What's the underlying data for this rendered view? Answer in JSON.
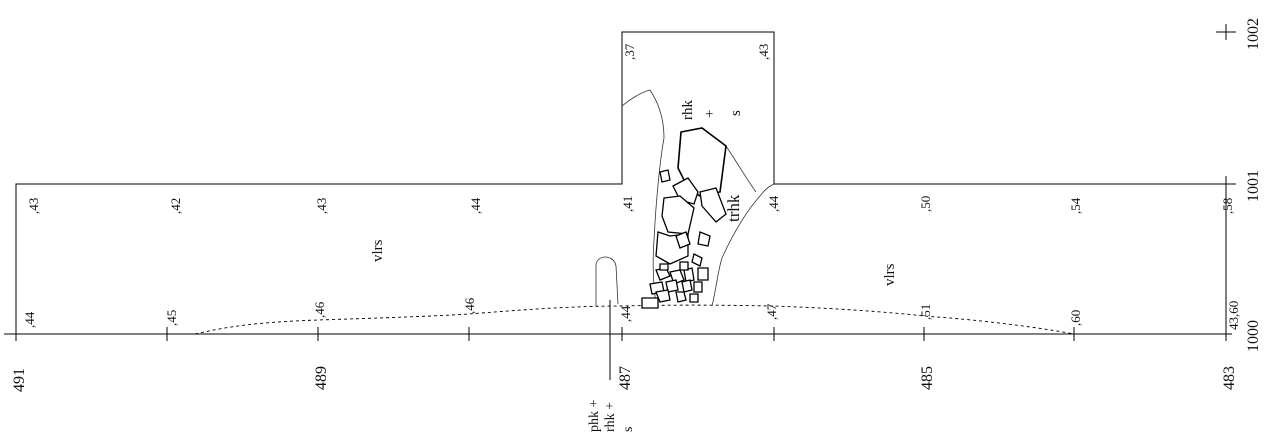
{
  "x_axis_labels": [
    "491",
    "489",
    "487",
    "485",
    "483"
  ],
  "y_axis_labels": [
    "1000",
    "1001",
    "1002"
  ],
  "elevations_bottom": [
    ",44",
    ",45",
    ",46",
    ",46",
    ",44",
    ",47",
    ",51",
    ",60",
    "43,60"
  ],
  "elevations_top": [
    ",43",
    ",42",
    ",43",
    ",44",
    ",41",
    ",44",
    ",50",
    ",54",
    ",58"
  ],
  "elevations_extension": [
    ",37",
    ",43"
  ],
  "labels": {
    "vlrs_left": "vlrs",
    "vlrs_right": "vlrs",
    "trhk": "trhk",
    "rhk": "rhk",
    "plus": "+",
    "s": "s",
    "note_line1": "phk +",
    "note_line2": "rhk +",
    "note_line3": "s"
  }
}
